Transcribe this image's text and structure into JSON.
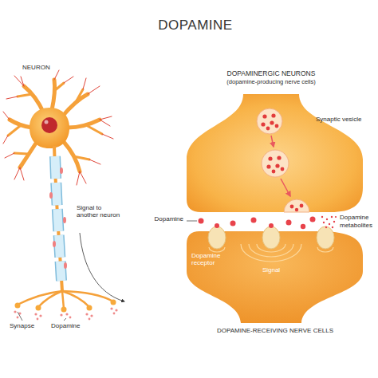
{
  "diagram": {
    "title": "DOPAMINE",
    "labels": [
      "NEURON",
      "DOPAMINERGIC NEURONS",
      "(dopamine-producing nerve cells)",
      "Synaptic vesicle",
      "Signal to another neuron",
      "Dopamine",
      "Dopamine metabolites",
      "Dopamine receptor",
      "Signal",
      "Synapse",
      "Dopamine",
      "DOPAMINE-RECEIVING NERVE CELLS"
    ]
  }
}
